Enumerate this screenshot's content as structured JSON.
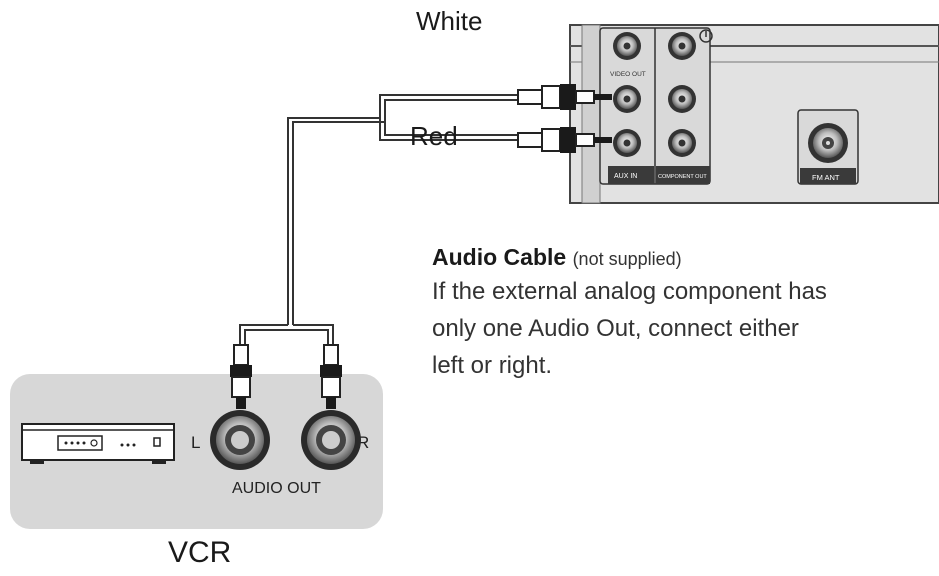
{
  "labels": {
    "white": "White",
    "red": "Red",
    "vcr": "VCR",
    "audio_out": "AUDIO OUT",
    "left": "L",
    "right": "R"
  },
  "panel": {
    "video_out": "VIDEO OUT",
    "aux_in": "AUX IN",
    "component_out": "COMPONENT OUT",
    "fm_ant": "FM ANT"
  },
  "cable": {
    "title": "Audio Cable",
    "note": "(not supplied)",
    "description_lines": [
      "If the external analog component has",
      "only one Audio Out, connect either",
      "left or right."
    ]
  },
  "colors": {
    "vcr_panel": "#d7d7d7",
    "receiver_panel": "#e2e2e2",
    "label_bar": "#3a3a3a"
  }
}
